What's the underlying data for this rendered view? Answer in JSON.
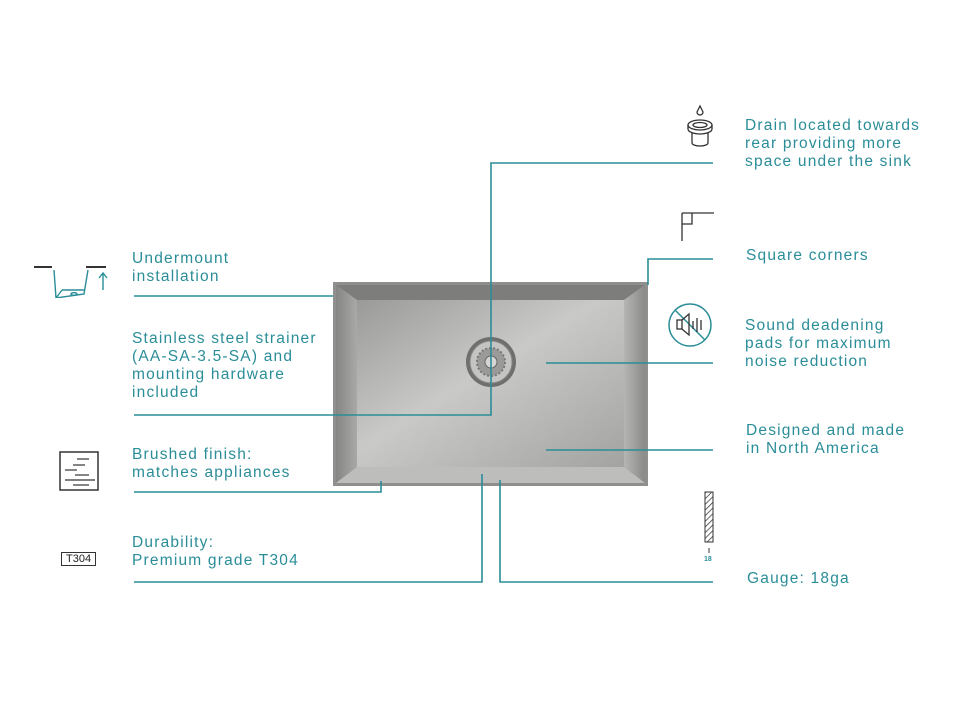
{
  "colors": {
    "accent": "#2a8d98",
    "icon": "#333333"
  },
  "features_left": [
    {
      "icon": "undermount-icon",
      "text": "Undermount\ninstallation"
    },
    {
      "icon": "",
      "text": "Stainless steel strainer\n(AA-SA-3.5-SA) and\nmounting hardware\nincluded"
    },
    {
      "icon": "brushed-finish-icon",
      "text": "Brushed finish:\nmatches appliances"
    },
    {
      "icon": "t304-badge-icon",
      "text": "Durability:\nPremium grade T304"
    }
  ],
  "features_right": [
    {
      "icon": "drain-icon",
      "text": "Drain located towards\nrear providing more\nspace under the sink"
    },
    {
      "icon": "square-corner-icon",
      "text": "Square corners"
    },
    {
      "icon": "sound-muted-icon",
      "text": "Sound deadening\npads for maximum\nnoise reduction"
    },
    {
      "icon": "",
      "text": "Designed and made\nin North America"
    },
    {
      "icon": "gauge-icon",
      "text": "Gauge: 18ga"
    }
  ],
  "badges": {
    "t304": "T304",
    "gauge_number": "18"
  }
}
